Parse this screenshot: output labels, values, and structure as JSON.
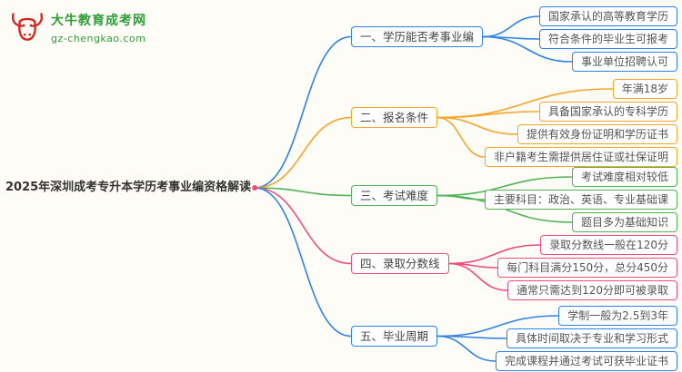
{
  "logo": {
    "site_name": "大牛教育成考网",
    "site_url": "gz-chengkao.com",
    "icon": "bull-icon",
    "brand_red": "#d6261f",
    "brand_green": "#2e9e36"
  },
  "main_topic": {
    "text": "2025年深圳成考专升本学历考事业编资格解读",
    "dot_color": "#ee4c7c"
  },
  "branches": [
    {
      "label": "一、学历能否考事业编",
      "color": "#2e82e6",
      "children": [
        "国家承认的高等教育学历",
        "符合条件的毕业生可报考",
        "事业单位招聘认可"
      ]
    },
    {
      "label": "二、报名条件",
      "color": "#f5a62a",
      "children": [
        "年满18岁",
        "具备国家承认的专科学历",
        "提供有效身份证明和学历证书",
        "非户籍考生需提供居住证或社保证明"
      ]
    },
    {
      "label": "三、考试难度",
      "color": "#53b156",
      "children": [
        "考试难度相对较低",
        "主要科目：政治、英语、专业基础课",
        "题目多为基础知识"
      ]
    },
    {
      "label": "四、录取分数线",
      "color": "#ee4c7c",
      "children": [
        "录取分数线一般在120分",
        "每门科目满分150分，总分450分",
        "通常只需达到120分即可被录取"
      ]
    },
    {
      "label": "五、毕业周期",
      "color": "#2e82e6",
      "children": [
        "学制一般为2.5到3年",
        "具体时间取决于专业和学习形式",
        "完成课程并通过考试可获毕业证书"
      ]
    }
  ]
}
